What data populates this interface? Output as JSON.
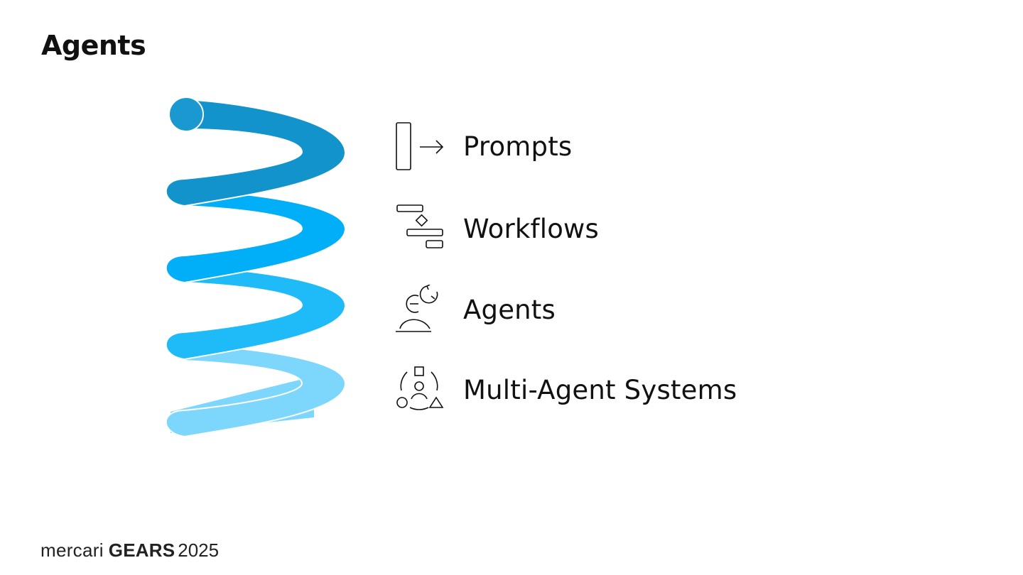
{
  "slide": {
    "title": "Agents"
  },
  "spiral": {
    "colors": [
      "#1393cc",
      "#00aff8",
      "#1fbaf8",
      "#7dd7fc"
    ]
  },
  "items": [
    {
      "label": "Prompts",
      "icon": "prompt-arrow-icon"
    },
    {
      "label": "Workflows",
      "icon": "workflow-flowchart-icon"
    },
    {
      "label": "Agents",
      "icon": "agent-person-cycle-icon"
    },
    {
      "label": "Multi-Agent Systems",
      "icon": "multi-agent-network-icon"
    }
  ],
  "footer": {
    "brand": "mercari",
    "event": "GEARS",
    "year": "2025"
  }
}
